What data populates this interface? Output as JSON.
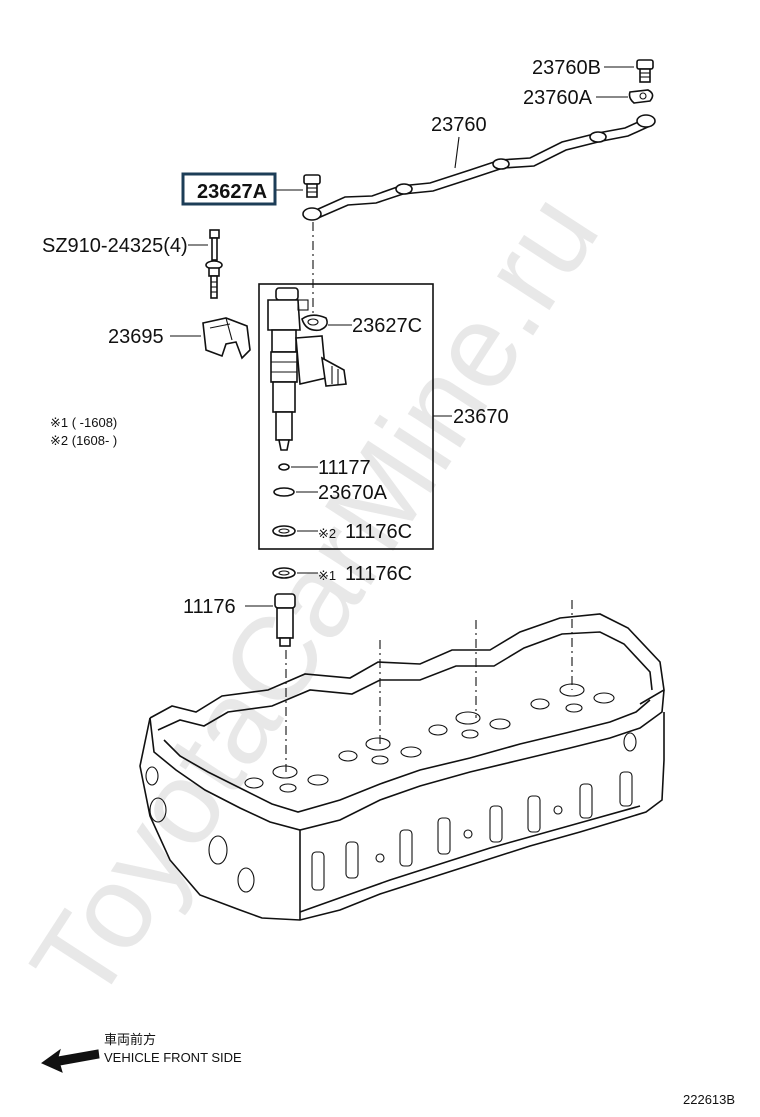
{
  "watermark": "ToyotaCarMine.ru",
  "callouts": {
    "c23760B": "23760B",
    "c23760A": "23760A",
    "c23760": "23760",
    "c23627A": "23627A",
    "cSZ910": "SZ910-24325(4)",
    "c23695": "23695",
    "c23627C": "23627C",
    "c23670": "23670",
    "c11177": "11177",
    "c23670A": "23670A",
    "c11176C_2": "11176C",
    "c11176C_1": "11176C",
    "c11176": "11176"
  },
  "marks": {
    "m2": "※2",
    "m1": "※1"
  },
  "notes": {
    "note1": "※1 (    -1608)",
    "note2": "※2 (1608-     )"
  },
  "direction": {
    "jp": "車両前方",
    "en": "VEHICLE FRONT SIDE"
  },
  "figure_code": "222613B",
  "highlight_color": "#1c3d57"
}
